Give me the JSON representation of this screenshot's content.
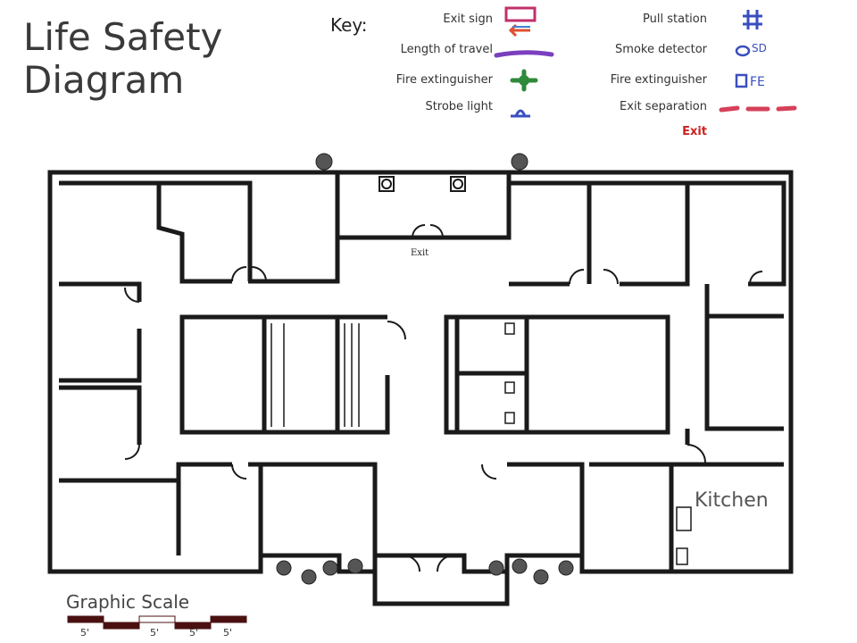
{
  "title": {
    "line1": "Life Safety",
    "line2": "Diagram"
  },
  "key": {
    "heading": "Key:",
    "items": [
      {
        "label": "Exit sign",
        "icon": "exit-sign-icon"
      },
      {
        "label": "Length of travel",
        "icon": "travel-length-icon"
      },
      {
        "label": "Fire extinguisher",
        "icon": "fire-extinguisher-icon"
      },
      {
        "label": "Strobe light",
        "icon": "strobe-light-icon"
      },
      {
        "label": "Pull station",
        "icon": "pull-station-icon"
      },
      {
        "label": "Smoke detector",
        "icon": "smoke-detector-icon"
      },
      {
        "label": "Fire extinguisher",
        "icon": "fire-extinguisher-fe-icon"
      },
      {
        "label": "Exit separation",
        "icon": "exit-separation-icon"
      },
      {
        "label": "Exit",
        "icon": ""
      }
    ]
  },
  "plan": {
    "exit_label": "Exit",
    "kitchen_label": "Kitchen"
  },
  "scale": {
    "title": "Graphic Scale",
    "ticks": [
      "5'",
      "5'",
      "5'",
      "5'"
    ]
  },
  "colors": {
    "exit_sign": "#c0306a",
    "travel": "#7a3fbf",
    "extinguisher": "#2f8a3a",
    "strobe": "#3a4fbf",
    "separation": "#d6405a",
    "exit_text": "#cc2222",
    "scale_dark": "#4a1010"
  }
}
